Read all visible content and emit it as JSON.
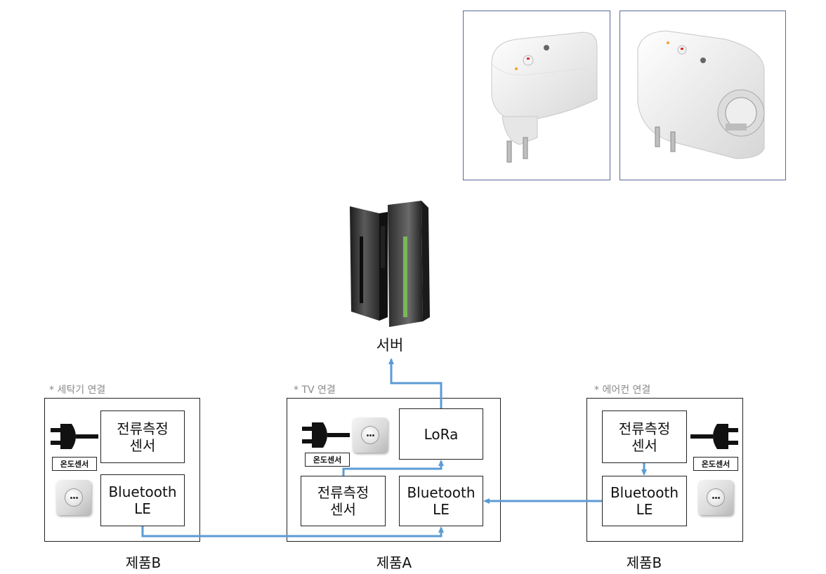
{
  "server": {
    "label": "서버"
  },
  "products": {
    "left": {
      "caption": "* 세탁기 연결",
      "name": "제품B",
      "current_sensor": "전류측정\n센서",
      "ble": "Bluetooth\nLE",
      "temp_sensor": "온도센서"
    },
    "center": {
      "caption": "* TV 연결",
      "name": "제품A",
      "current_sensor": "전류측정\n센서",
      "ble": "Bluetooth\nLE",
      "lora": "LoRa",
      "temp_sensor": "온도센서"
    },
    "right": {
      "caption": "* 에어컨 연결",
      "name": "제품B",
      "current_sensor": "전류측정\n센서",
      "ble": "Bluetooth\nLE",
      "temp_sensor": "온도센서"
    }
  },
  "colors": {
    "connector": "#5b9bd5",
    "photo_border": "#5b6a9a"
  },
  "icons": [
    "plug-icon",
    "wall-socket-icon",
    "server-icon",
    "smart-plug-photo"
  ]
}
